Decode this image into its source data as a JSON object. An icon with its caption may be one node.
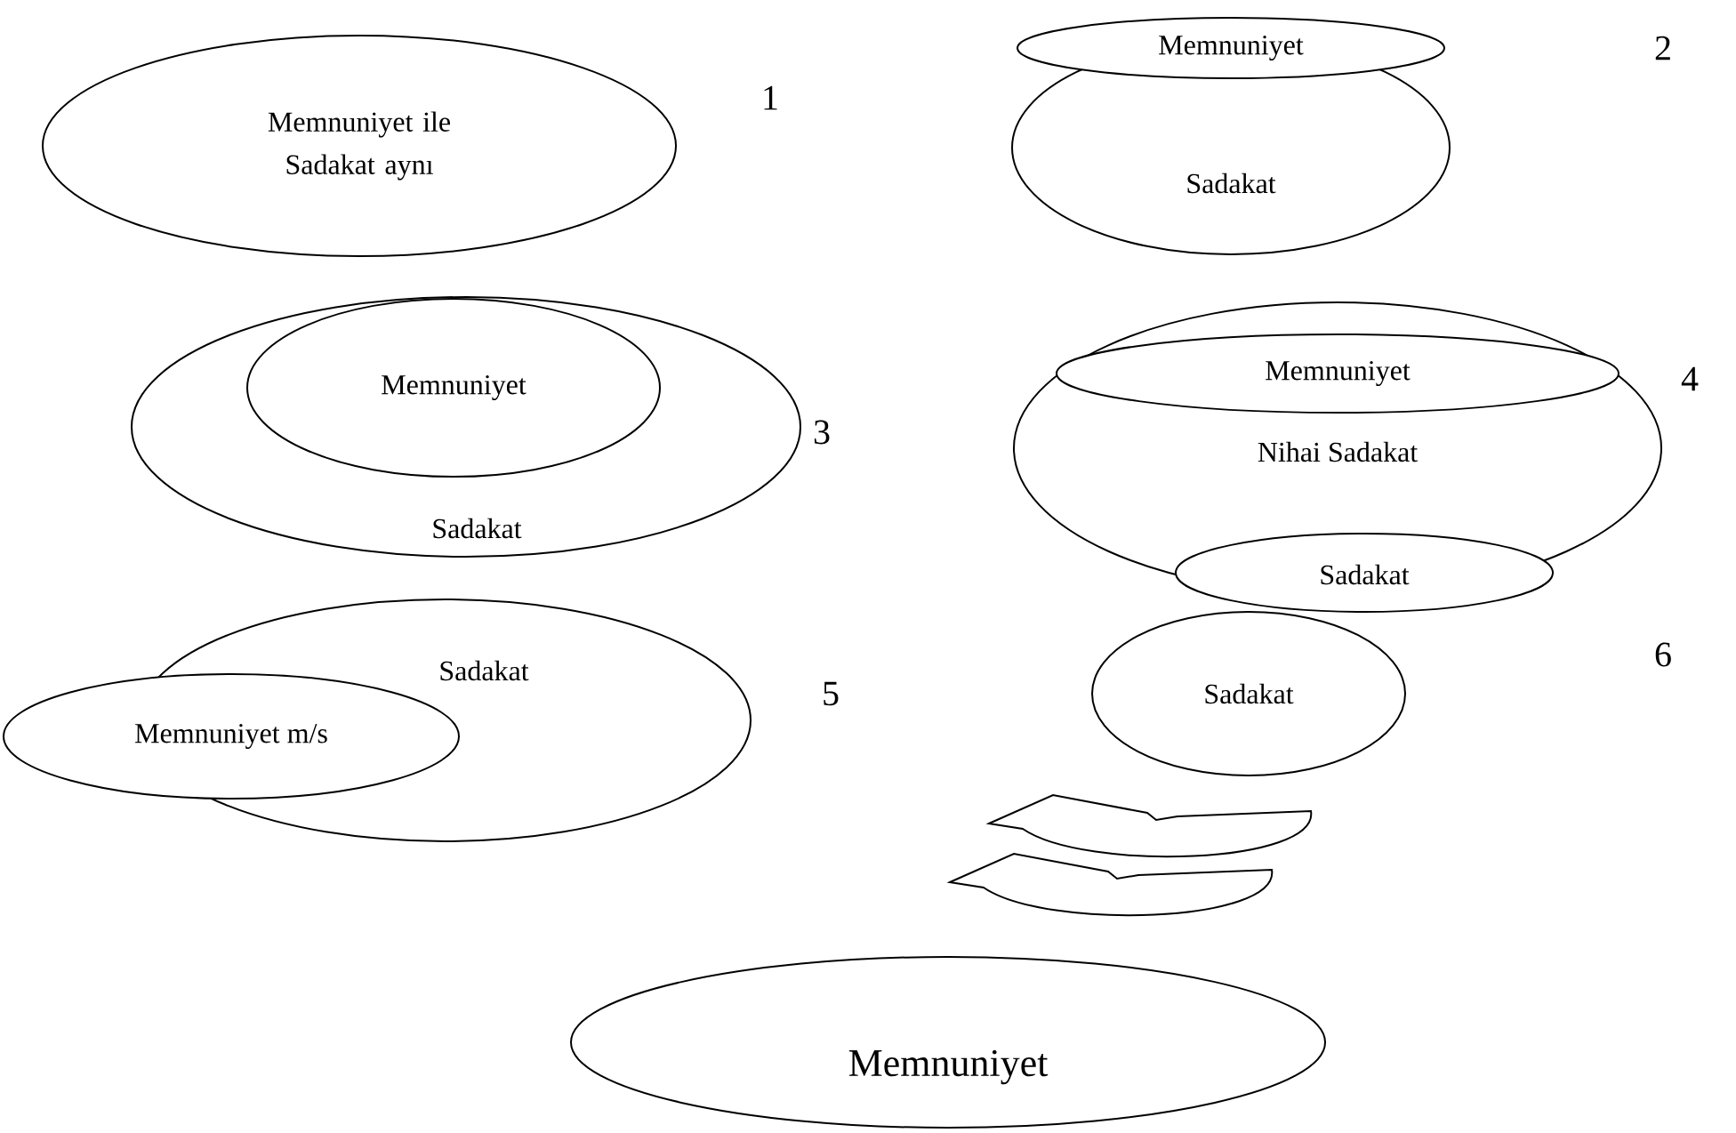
{
  "diagram": {
    "nodes": [
      {
        "text": [
          "Memnuniyet ile Sadakat aynı"
        ]
      },
      {
        "text": [
          "Sadakat"
        ]
      },
      {
        "text": [
          "Memnuniyet"
        ]
      },
      {
        "text": [
          "Sadakat"
        ]
      },
      {
        "text": [
          "Memnuniyet"
        ],
        "in": 3
      },
      {
        "text": [
          "Nihai Sadakat"
        ]
      },
      {
        "text": [
          "Memnuniyet"
        ],
        "in": 5
      },
      {
        "text": [
          "Sadakat"
        ]
      },
      {
        "text": [
          "Sadakat"
        ]
      },
      {
        "text": [
          "Memnuniyet m/s"
        ]
      },
      {
        "text": [
          "Sadakat"
        ]
      },
      {
        "text": [
          "Memnuniyet"
        ]
      }
    ],
    "labels": [
      "1",
      "2",
      "3",
      "4",
      "5",
      "6"
    ]
  }
}
